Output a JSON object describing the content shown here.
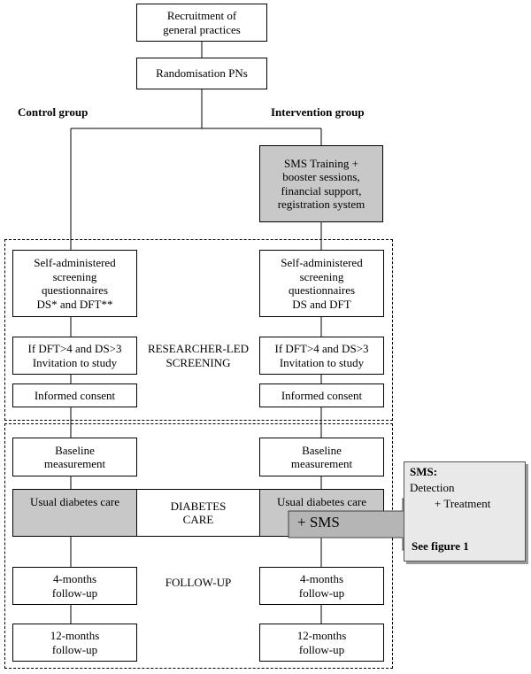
{
  "top": {
    "recruitment": [
      "Recruitment of",
      "general practices"
    ],
    "randomisation": "Randomisation PNs"
  },
  "groups": {
    "control": "Control group",
    "intervention": "Intervention group"
  },
  "intervention_training": [
    "SMS Training +",
    "booster sessions,",
    "financial support,",
    "registration system"
  ],
  "screening": {
    "section_label": [
      "RESEARCHER-LED",
      "SCREENING"
    ],
    "control_questionnaire": [
      "Self-administered",
      "screening",
      "questionnaires",
      "DS* and DFT**"
    ],
    "intervention_questionnaire": [
      "Self-administered",
      "screening",
      "questionnaires",
      "DS and DFT"
    ],
    "invitation": [
      "If DFT>4 and DS>3",
      "Invitation to study"
    ],
    "consent": "Informed consent"
  },
  "care": {
    "baseline": [
      "Baseline",
      "measurement"
    ],
    "usual_care": "Usual diabetes care",
    "section_label": [
      "DIABETES",
      "CARE"
    ],
    "plus_sms": "+ SMS"
  },
  "followup": {
    "section_label": "FOLLOW-UP",
    "four_months": [
      "4-months",
      "follow-up"
    ],
    "twelve_months": [
      "12-months",
      "follow-up"
    ]
  },
  "sms_panel": {
    "title": "SMS:",
    "detection": "Detection",
    "treatment": "+ Treatment",
    "see_figure": "See figure 1"
  },
  "colors": {
    "grey_box": "#c8c8c8",
    "sms_panel": "#e9e9e9",
    "arrow_fill": "#b5b5b5"
  }
}
